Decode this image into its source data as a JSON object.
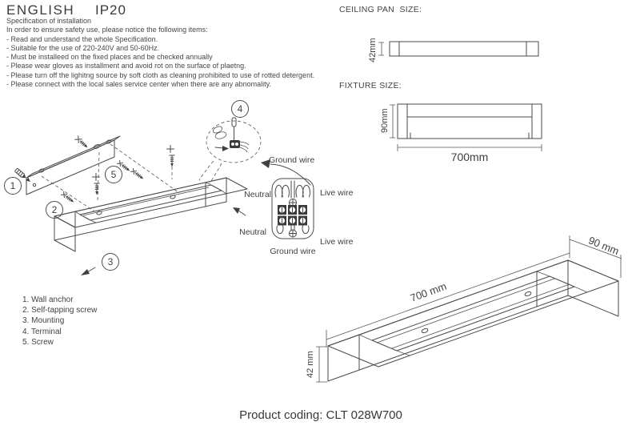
{
  "colors": {
    "ink": "#3f3f3f",
    "line": "#4a4a4a",
    "dark_fill": "#3a3a3a",
    "background": "#ffffff"
  },
  "header": {
    "language": "ENGLISH",
    "ip_rating": "IP20"
  },
  "spec": {
    "title": "Specification of installation",
    "intro": "In order to ensure safety use, please notice the following items:",
    "items": [
      "- Read and understand the whole Specification.",
      "- Suitable for the use of 220-240V and 50-60Hz.",
      "- Must be installeed on the fixed places and be checked annually",
      "- Please wear gloves as installment and avoid rot on the surface of plaetng.",
      "- Please turn off the lighitng source by soft cloth as cleaning prohibited to use of rotted detergent.",
      "- Please connect with the local sales service center when there are any abnomality."
    ]
  },
  "sections": {
    "ceiling_pan_title": "CEILING PAN  SIZE:",
    "fixture_title": "FIXTURE SIZE:"
  },
  "dimensions": {
    "ceiling_pan_height": "42mm",
    "fixture_height": "90mm",
    "fixture_length": "700mm",
    "iso_length": "700 mm",
    "iso_depth": "90 mm",
    "iso_height": "42 mm"
  },
  "wiring": {
    "ground_top": "Ground wire",
    "neutral_top": "Neutral",
    "live_top": "Live wire",
    "neutral_bottom": "Neutral",
    "live_bottom": "Live wire",
    "ground_bottom": "Ground wire"
  },
  "callouts": {
    "c1": "1",
    "c2": "2",
    "c3": "3",
    "c4": "4",
    "c5": "5"
  },
  "parts": {
    "items": [
      "1. Wall anchor",
      "2. Self-tapping screw",
      "3. Mounting",
      "4. Terminal",
      "5. Screw"
    ]
  },
  "footer": {
    "product_coding": "Product coding: CLT 028W700"
  }
}
